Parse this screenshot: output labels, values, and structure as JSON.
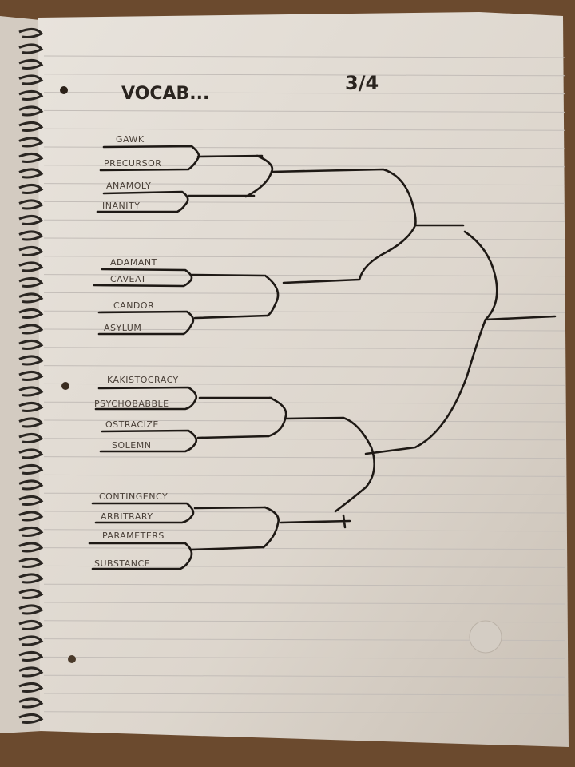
{
  "header": {
    "title": "VOCAB...",
    "date": "3/4"
  },
  "bracket": {
    "round1": [
      "GAWK",
      "PRECURSOR",
      "ANAMOLY",
      "INANITY",
      "ADAMANT",
      "CAVEAT",
      "CANDOR",
      "ASYLUM",
      "KAKISTOCRACY",
      "PSYCHOBABBLE",
      "OSTRACIZE",
      "SOLEMN",
      "CONTINGENCY",
      "ARBITRARY",
      "PARAMETERS",
      "SUBSTANCE"
    ]
  },
  "colors": {
    "paper": "#e6e0d8",
    "ink": "#1e1915",
    "background": "#6b4a2e"
  }
}
